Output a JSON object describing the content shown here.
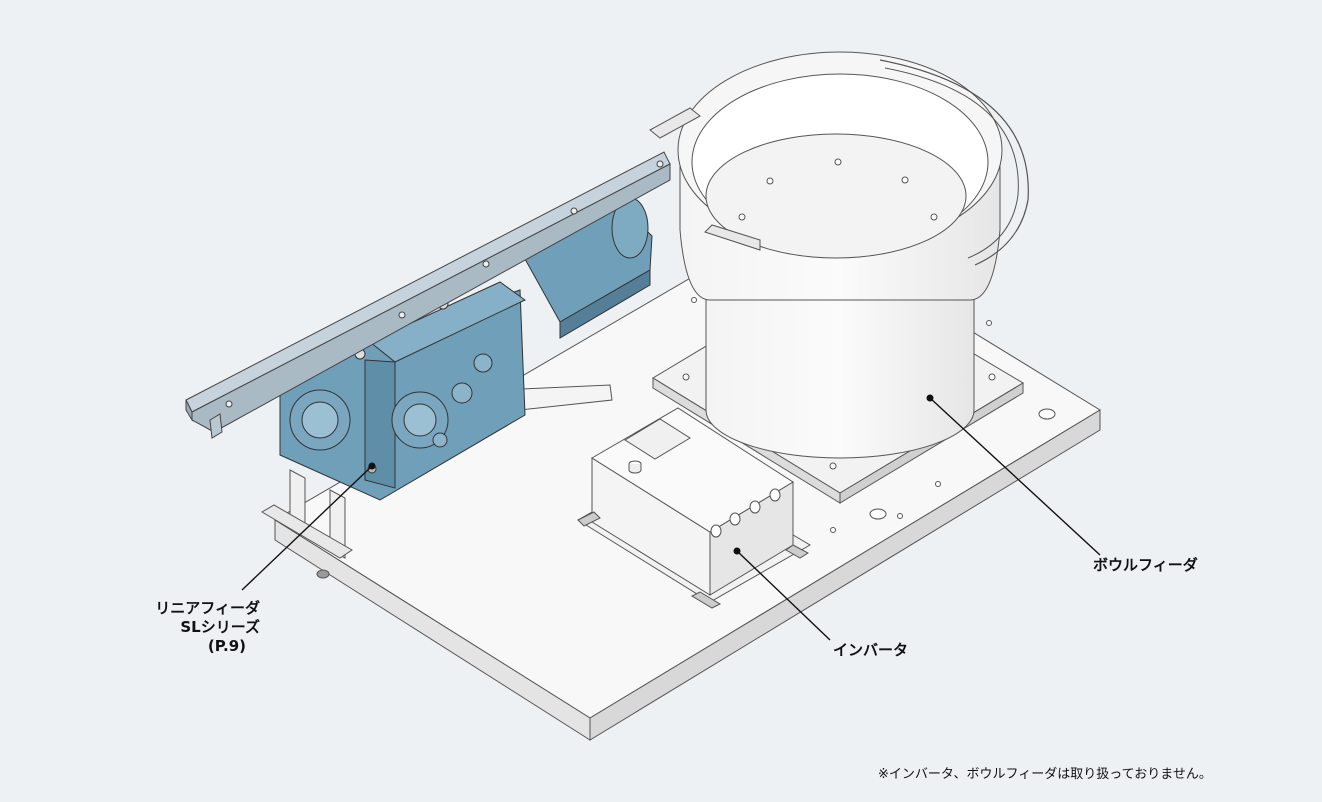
{
  "labels": {
    "linear_feeder_line1": "リニアフィーダ",
    "linear_feeder_line2": "SLシリーズ",
    "linear_feeder_line3": "(P.9)",
    "bowl_feeder": "ボウルフィーダ",
    "inverter": "インバータ"
  },
  "footnote": "※インバータ、ボウルフィーダは取り扱っておりません。",
  "colors": {
    "background": "#eef1f4",
    "plate": "#f7f7f7",
    "outline": "#555555",
    "feeder_blue": "#6f9fb9",
    "feeder_blue_dark": "#557f98",
    "rail": "#c6d3dc",
    "leader": "#111111"
  }
}
